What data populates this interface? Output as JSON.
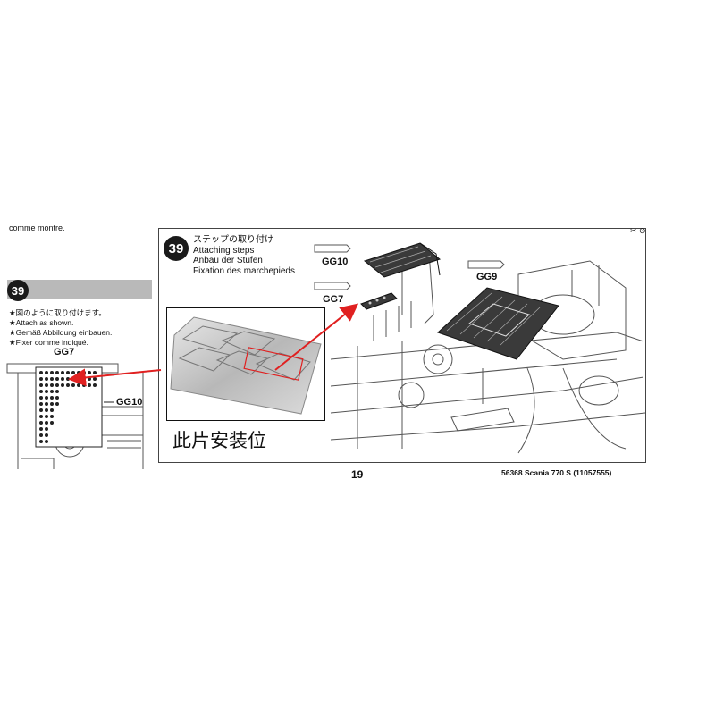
{
  "left_page": {
    "fragment_text": "comme montre.",
    "step_number": "39",
    "instructions": [
      "★図のように取り付けます。",
      "★Attach as shown.",
      "★Gemäß Abbildung einbauen.",
      "★Fixer comme indiqué."
    ],
    "label_gg7": "GG7",
    "label_gg10": "GG10"
  },
  "main_step": {
    "step_number": "39",
    "title_jp": "ステップの取り付け",
    "title_en": "Attaching steps",
    "title_de": "Anbau der Stufen",
    "title_fr": "Fixation des marchepieds",
    "label_gg10": "GG10",
    "label_gg7": "GG7",
    "label_gg9": "GG9"
  },
  "inset": {
    "caption": "此片安装位"
  },
  "footer": {
    "page_number": "19",
    "reference": "56368 Scania 770 S (11057555)"
  },
  "colors": {
    "arrow": "#e02020",
    "step_bar": "#b9b9b9",
    "line_art": "#555555"
  }
}
